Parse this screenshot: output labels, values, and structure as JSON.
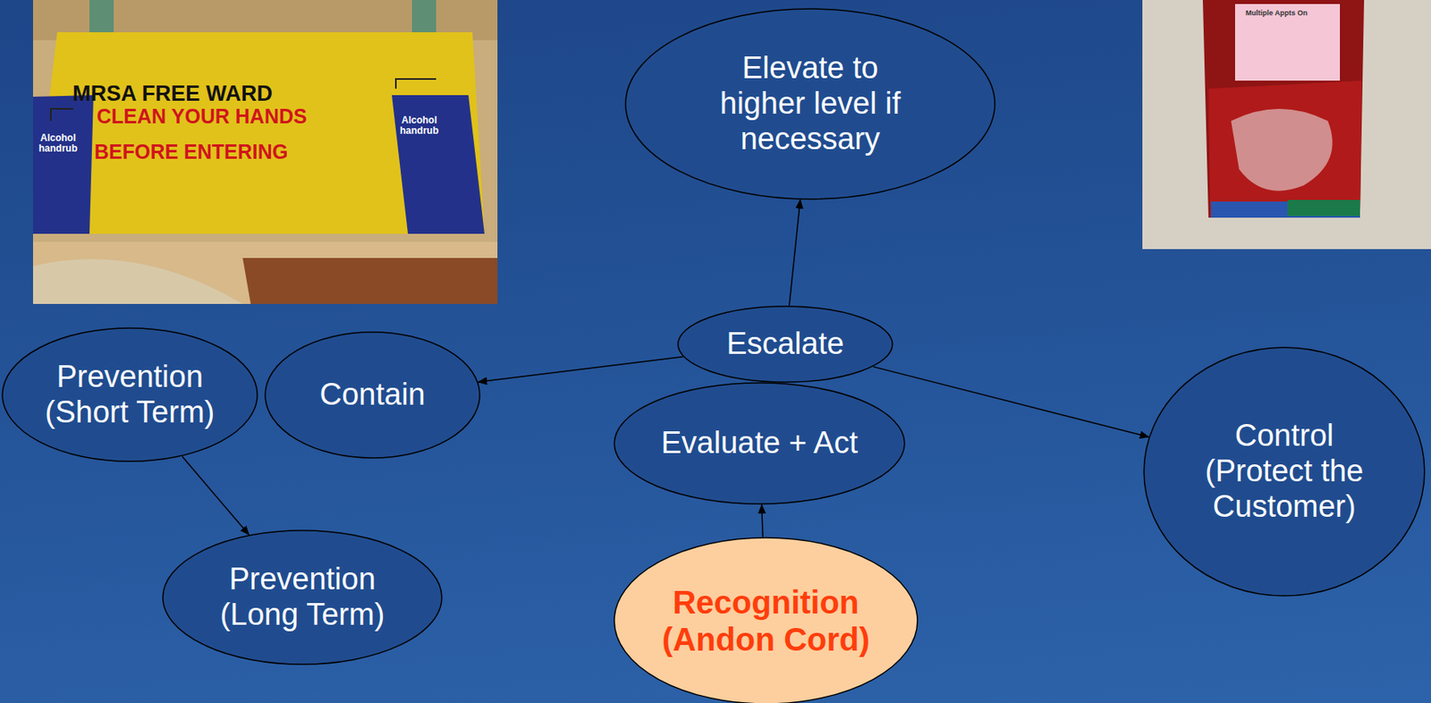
{
  "diagram": {
    "nodes": [
      {
        "text": [
          "Elevate to higher level if necessary"
        ]
      },
      {
        "text": [
          "Escalate"
        ]
      },
      {
        "text": [
          "Prevention (Short Term)"
        ]
      },
      {
        "text": [
          "Contain"
        ]
      },
      {
        "text": [
          "Evaluate + Act"
        ]
      },
      {
        "text": [
          "Control (Protect the Customer)"
        ]
      },
      {
        "text": [
          "Prevention (Long Term)"
        ]
      },
      {
        "text": [
          "Recognition (Andon Cord)"
        ]
      }
    ],
    "edges": [
      {
        "from": 1,
        "to": 0,
        "arrow": "to"
      },
      {
        "from": 1,
        "to": 3,
        "arrow": "to"
      },
      {
        "from": 1,
        "to": 5,
        "arrow": "to"
      },
      {
        "from": 2,
        "to": 6,
        "arrow": "to"
      },
      {
        "from": 7,
        "to": 4,
        "arrow": "to"
      }
    ],
    "labels": [
      "MRSA FREE WARD",
      "CLEAN YOUR HANDS",
      "BEFORE ENTERING",
      "Alcohol handrub",
      "Alcohol handrub",
      "Multiple Appts On"
    ]
  }
}
